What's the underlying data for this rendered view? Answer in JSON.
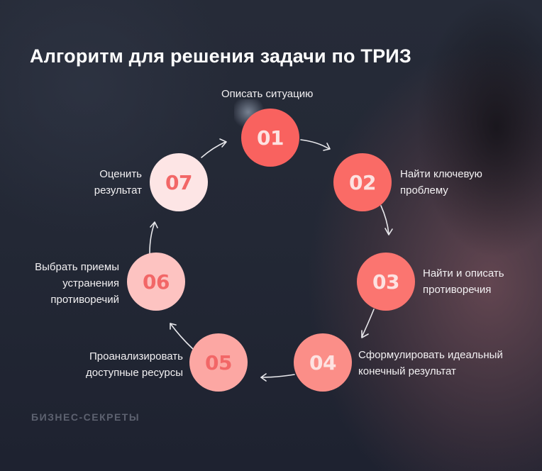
{
  "title": "Алгоритм для решения задачи по ТРИЗ",
  "brand": "БИЗНЕС-СЕКРЕТЫ",
  "colors": {
    "background": "#232835",
    "step_strong": "#f9625f",
    "step_medium": "#fb8e88",
    "step_light": "#fdc3c1",
    "step_lightest": "#fde5e5",
    "number_light": "#fde2e1",
    "number_dark": "#f26767",
    "arrow": "#e8e8ec"
  },
  "steps": [
    {
      "number": "01",
      "label_line1": "Описать ситуацию",
      "label_line2": ""
    },
    {
      "number": "02",
      "label_line1": "Найти ключевую",
      "label_line2": "проблему"
    },
    {
      "number": "03",
      "label_line1": "Найти и описать",
      "label_line2": "противоречия"
    },
    {
      "number": "04",
      "label_line1": "Сформулировать идеальный",
      "label_line2": "конечный результат"
    },
    {
      "number": "05",
      "label_line1": "Проанализировать",
      "label_line2": "доступные ресурсы"
    },
    {
      "number": "06",
      "label_line1": "Выбрать приемы",
      "label_line2": "устранения",
      "label_line3": "противоречий"
    },
    {
      "number": "07",
      "label_line1": "Оценить",
      "label_line2": "результат"
    }
  ]
}
